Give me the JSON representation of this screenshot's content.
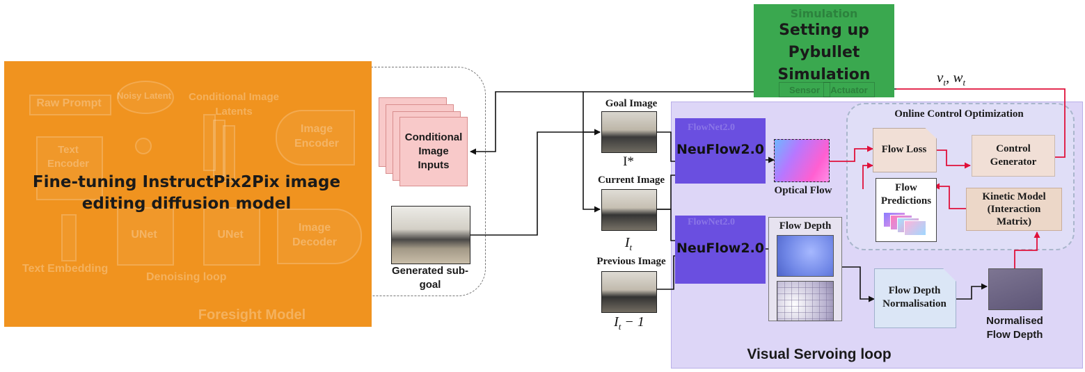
{
  "foresight": {
    "panel_label": "Foresight Model",
    "overlay_title": "Fine-tuning InstructPix2Pix image editing diffusion model",
    "raw_prompt": "Raw Prompt",
    "noisy_latent": "Noisy Latent",
    "cond_latents": "Conditional Image Latents",
    "text_encoder": "Text Encoder",
    "image_encoder": "Image Encoder",
    "unet_1": "UNet",
    "unet_2": "UNet",
    "image_decoder": "Image Decoder",
    "text_embedding": "Text Embedding",
    "denoising_loop": "Denoising loop",
    "cond_inputs": "Conditional Image Inputs",
    "generated_subgoal": "Generated sub-goal"
  },
  "simulation": {
    "header": "Simulation",
    "overlay_title": "Setting up Pybullet Simulation",
    "sensor": "Sensor",
    "actuator": "Actuator",
    "control_output": "v_t, w_t"
  },
  "inputs": {
    "goal_image": "Goal Image",
    "goal_symbol": "I*",
    "current_image": "Current Image",
    "current_symbol": "I_t",
    "previous_image": "Previous Image",
    "previous_symbol": "I_t − 1"
  },
  "servo": {
    "panel_label": "Visual Servoing loop",
    "flownet_top": "FlowNet2.0",
    "neuflow_top": "NeuFlow2.0",
    "flownet_bottom": "FlowNet2.0",
    "neuflow_bottom": "NeuFlow2.0",
    "optical_flow": "Optical Flow",
    "flow_depth": "Flow Depth",
    "flow_depth_norm": "Flow Depth Normalisation",
    "normalised_flow_depth": "Normalised Flow Depth"
  },
  "control": {
    "panel_label": "Online Control Optimization",
    "flow_loss": "Flow Loss",
    "control_generator": "Control Generator",
    "flow_predictions": "Flow Predictions",
    "kinetic_model": "Kinetic Model (Interaction Matrix)"
  },
  "colors": {
    "foresight_orange": "#f0931f",
    "simulation_green": "#3aa84f",
    "servo_lavender": "#ddd6f7",
    "neuflow_purple": "#6a4fe0",
    "control_pink": "#f1dfd6",
    "kinetic_tan": "#ecd7c8",
    "norm_blue": "#dbe6f6",
    "cond_pink": "#f8c9c9",
    "arrow_red": "#e0103a",
    "arrow_black": "#111111"
  }
}
